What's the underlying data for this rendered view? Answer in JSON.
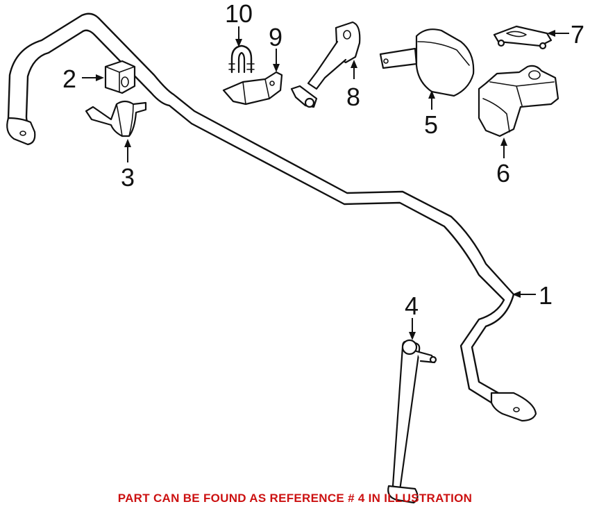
{
  "diagram": {
    "callouts": [
      {
        "id": "1",
        "text": "1"
      },
      {
        "id": "2",
        "text": "2"
      },
      {
        "id": "3",
        "text": "3"
      },
      {
        "id": "4",
        "text": "4"
      },
      {
        "id": "5",
        "text": "5"
      },
      {
        "id": "6",
        "text": "6"
      },
      {
        "id": "7",
        "text": "7"
      },
      {
        "id": "8",
        "text": "8"
      },
      {
        "id": "9",
        "text": "9"
      },
      {
        "id": "10",
        "text": "10"
      }
    ]
  },
  "footnote": {
    "text": "PART CAN BE FOUND AS REFERENCE # 4 IN ILLUSTRATION",
    "color": "#cc1111"
  }
}
